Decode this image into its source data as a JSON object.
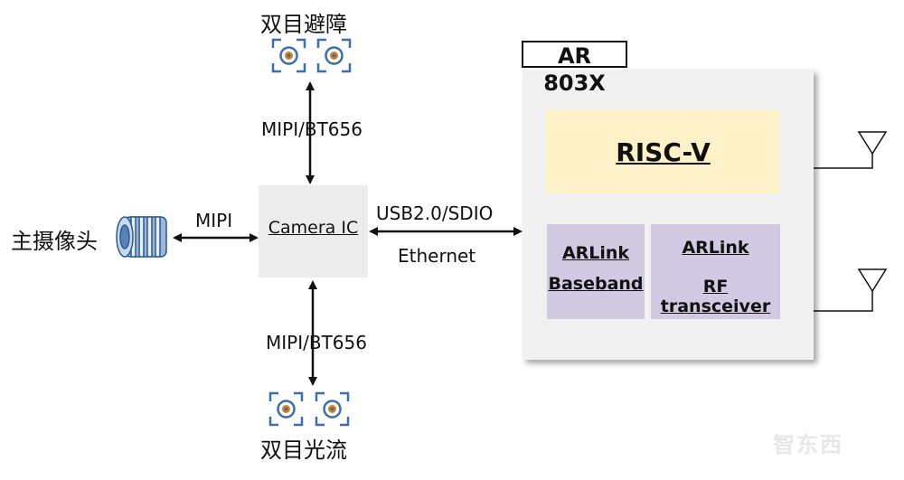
{
  "top_camera_label": "双目避障",
  "bottom_camera_label": "双目光流",
  "main_camera_label": "主摄像头",
  "top_link_label": "MIPI/BT656",
  "bottom_link_label": "MIPI/BT656",
  "main_link_label": "MIPI",
  "camera_ic_label": "Camera IC",
  "usb_link_label": "USB2.0/SDIO",
  "ethernet_label": "Ethernet",
  "chip_title": "AR 803X",
  "risc_label": "RISC-V",
  "baseband_line1": "ARLink",
  "baseband_line2": "Baseband",
  "rf_line1": "ARLink",
  "rf_line2": "RF transceiver",
  "watermark": "智东西",
  "colors": {
    "risc_fill": "#fdf1c8",
    "arlink_fill": "#d2c9e3",
    "camera_ic_fill": "#ececec",
    "camera_icon_blue": "#3a6fb0"
  }
}
